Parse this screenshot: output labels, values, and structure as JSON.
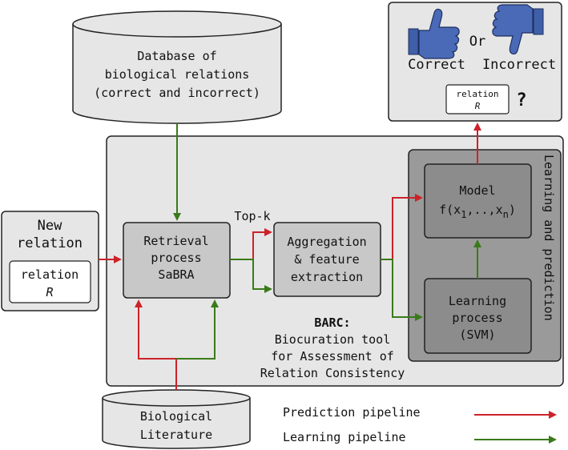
{
  "database": {
    "line1": "Database of",
    "line2": "biological relations",
    "line3": "(correct and incorrect)"
  },
  "output": {
    "correct_label": "Correct",
    "or_label": "Or",
    "incorrect_label": "Incorrect",
    "relation_label": "relation",
    "relation_var": "R",
    "question_mark": "?",
    "thumbs_up_icon": "thumbs-up-icon",
    "thumbs_down_icon": "thumbs-down-icon"
  },
  "new_relation": {
    "line1": "New",
    "line2": "relation",
    "relation_label": "relation",
    "relation_var": "R"
  },
  "retrieval": {
    "line1": "Retrieval",
    "line2": "process",
    "line3": "SaBRA"
  },
  "topk_label": "Top-k",
  "aggregation": {
    "line1": "Aggregation",
    "line2": "& feature",
    "line3": "extraction"
  },
  "model": {
    "line1": "Model",
    "formula_prefix": "f(x",
    "sub1": "1",
    "formula_mid": ",..,x",
    "subn": "n",
    "formula_suffix": ")"
  },
  "learning": {
    "line1": "Learning",
    "line2": "process",
    "line3": "(SVM)"
  },
  "panel_vertical_label": "Learning and prediction",
  "barc": {
    "title": "BARC:",
    "line1": "Biocuration tool",
    "line2": "for Assessment of",
    "line3": "Relation Consistency"
  },
  "literature": {
    "line1": "Biological",
    "line2": "Literature"
  },
  "legend": {
    "prediction": "Prediction pipeline",
    "learning": "Learning pipeline"
  },
  "colors": {
    "prediction_arrow": "#cc2229",
    "learning_arrow": "#3a7a1a",
    "panel_light": "#e6e6e6",
    "box_mid": "#c8c8c8",
    "box_dark": "#9a9a9a",
    "thumb_blue": "#3f5fa8"
  }
}
